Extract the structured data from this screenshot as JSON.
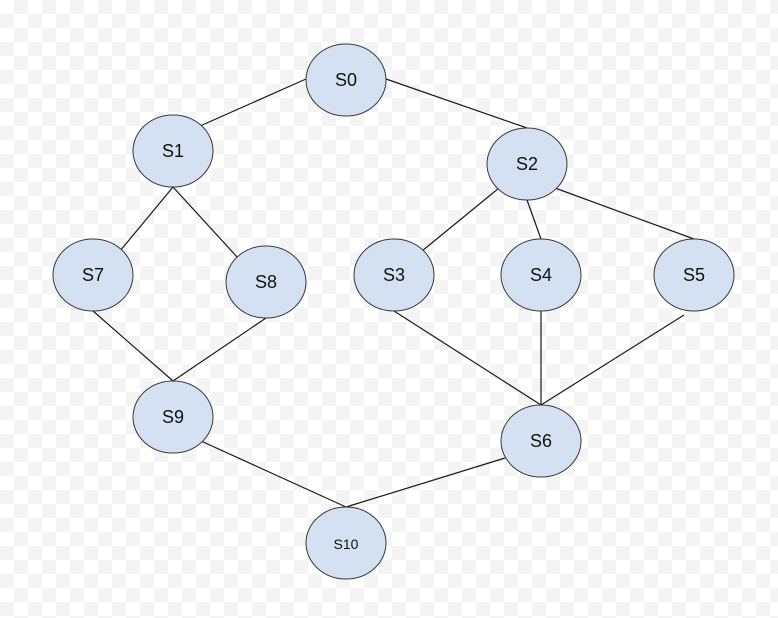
{
  "nodes": [
    {
      "id": "S0",
      "label": "S0"
    },
    {
      "id": "S1",
      "label": "S1"
    },
    {
      "id": "S2",
      "label": "S2"
    },
    {
      "id": "S3",
      "label": "S3"
    },
    {
      "id": "S4",
      "label": "S4"
    },
    {
      "id": "S5",
      "label": "S5"
    },
    {
      "id": "S6",
      "label": "S6"
    },
    {
      "id": "S7",
      "label": "S7"
    },
    {
      "id": "S8",
      "label": "S8"
    },
    {
      "id": "S9",
      "label": "S9"
    },
    {
      "id": "S10",
      "label": "S10"
    }
  ],
  "edges": [
    [
      "S0",
      "S1"
    ],
    [
      "S0",
      "S2"
    ],
    [
      "S1",
      "S7"
    ],
    [
      "S1",
      "S8"
    ],
    [
      "S2",
      "S3"
    ],
    [
      "S2",
      "S4"
    ],
    [
      "S2",
      "S5"
    ],
    [
      "S7",
      "S9"
    ],
    [
      "S8",
      "S9"
    ],
    [
      "S3",
      "S6"
    ],
    [
      "S4",
      "S6"
    ],
    [
      "S5",
      "S6"
    ],
    [
      "S9",
      "S10"
    ],
    [
      "S6",
      "S10"
    ]
  ],
  "colors": {
    "node_fill": "#d4e1f3",
    "node_stroke": "#3a3a3a",
    "edge": "#1a1a1a"
  }
}
